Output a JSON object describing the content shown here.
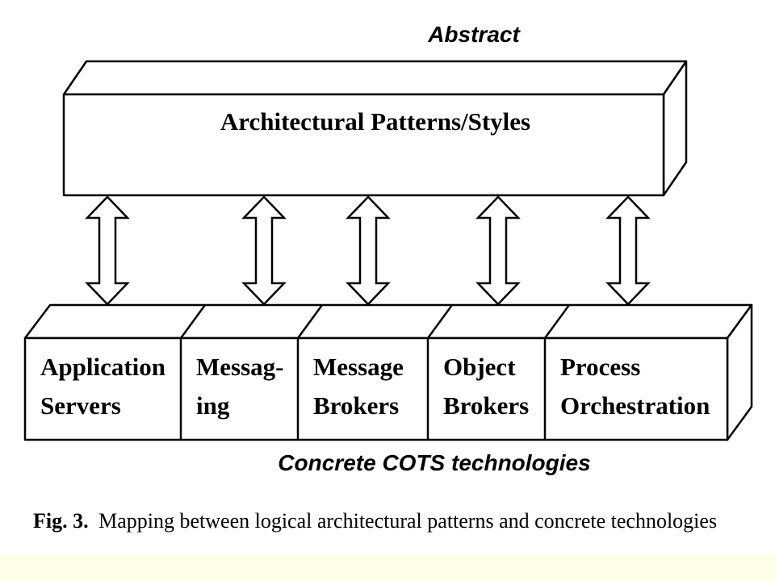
{
  "diagram": {
    "top_label": "Abstract",
    "top_block": "Architectural Patterns/Styles",
    "bottom_label": "Concrete COTS technologies",
    "cells": [
      {
        "line1": "Application",
        "line2": "Servers"
      },
      {
        "line1": "Messag-",
        "line2": "ing"
      },
      {
        "line1": "Message",
        "line2": "Brokers"
      },
      {
        "line1": "Object",
        "line2": "Brokers"
      },
      {
        "line1": "Process",
        "line2": "Orchestration"
      }
    ]
  },
  "caption": {
    "label": "Fig. 3.",
    "text": "Mapping between logical architectural patterns and concrete technologies"
  },
  "colors": {
    "footer_band": "#ffffe9",
    "stroke": "#000000",
    "fill": "#ffffff"
  }
}
